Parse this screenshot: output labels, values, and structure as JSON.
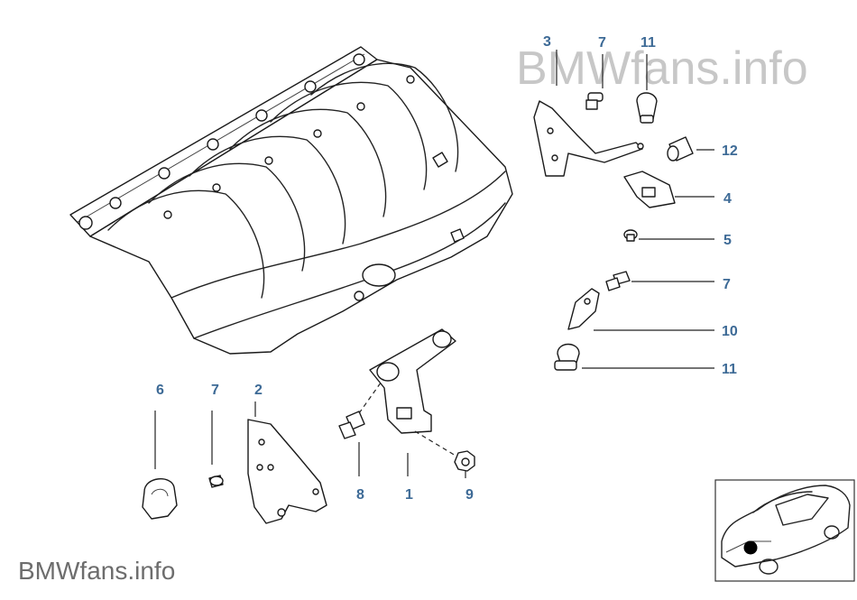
{
  "watermark": {
    "top": "BMWfans.info",
    "bottom": "BMWfans.info"
  },
  "callouts": {
    "c3": "3",
    "c7a": "7",
    "c11a": "11",
    "c12": "12",
    "c4": "4",
    "c5": "5",
    "c7b": "7",
    "c10": "10",
    "c11b": "11",
    "c6": "6",
    "c7c": "7",
    "c2": "2",
    "c8": "8",
    "c1": "1",
    "c9": "9"
  }
}
